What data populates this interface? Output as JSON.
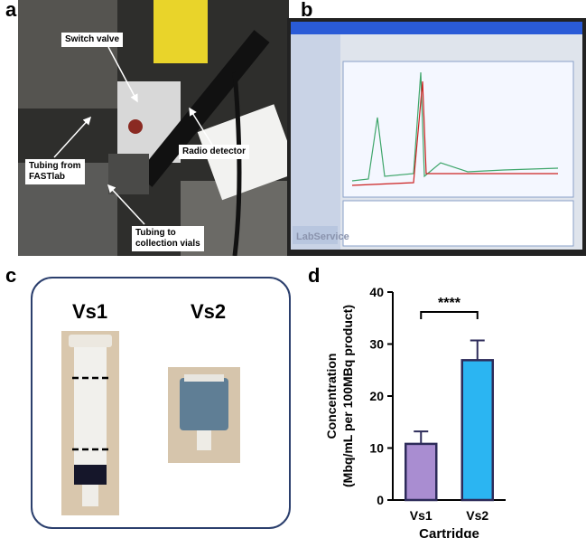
{
  "panels": {
    "a": {
      "letter": "a",
      "callouts": {
        "switch_valve": "Switch valve",
        "radio_detector": "Radio detector",
        "tubing_from": "Tubing from\nFASTlab",
        "tubing_to": "Tubing to\ncollection vials"
      }
    },
    "b": {
      "letter": "b",
      "software_brand": "LabService"
    },
    "c": {
      "letter": "c",
      "labels": [
        "Vs1",
        "Vs2"
      ]
    },
    "d": {
      "letter": "d"
    }
  },
  "chart_data": {
    "type": "bar",
    "categories": [
      "Vs1",
      "Vs2"
    ],
    "values": [
      10.8,
      26.9
    ],
    "errors": [
      2.4,
      3.8
    ],
    "colors": [
      "#a98dd1",
      "#2bb5f2"
    ],
    "edge_color": "#2d2b5a",
    "ylabel_line1": "Concentration",
    "ylabel_line2": "(Mbq/mL per 100MBq product)",
    "xlabel": "Cartridge",
    "ylim": [
      0,
      40
    ],
    "yticks": [
      "0",
      "10",
      "20",
      "30",
      "40"
    ],
    "significance": "****"
  }
}
